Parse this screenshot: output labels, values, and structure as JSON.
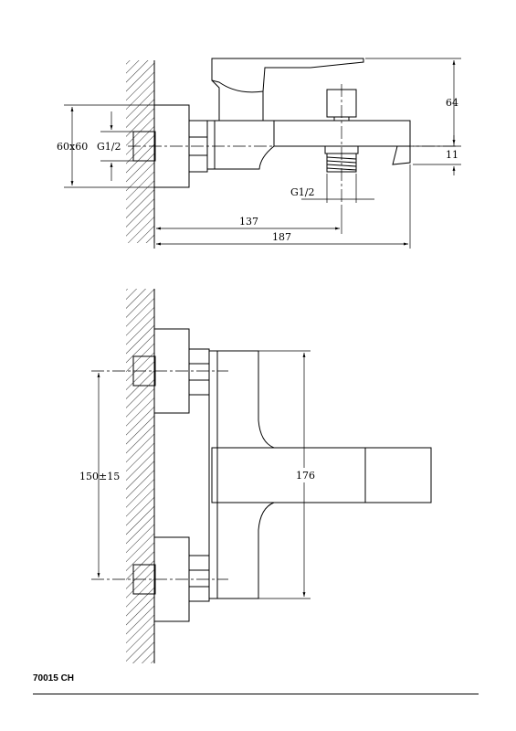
{
  "top_view": {
    "dim_64": "64",
    "dim_11": "11",
    "dim_137": "137",
    "dim_187": "187",
    "dim_60x60": "60x60",
    "thread_left": "G1/2",
    "thread_bottom": "G1/2"
  },
  "front_view": {
    "dim_150": "150±15",
    "dim_176": "176"
  },
  "footer": {
    "product_code": "70015 CH"
  }
}
